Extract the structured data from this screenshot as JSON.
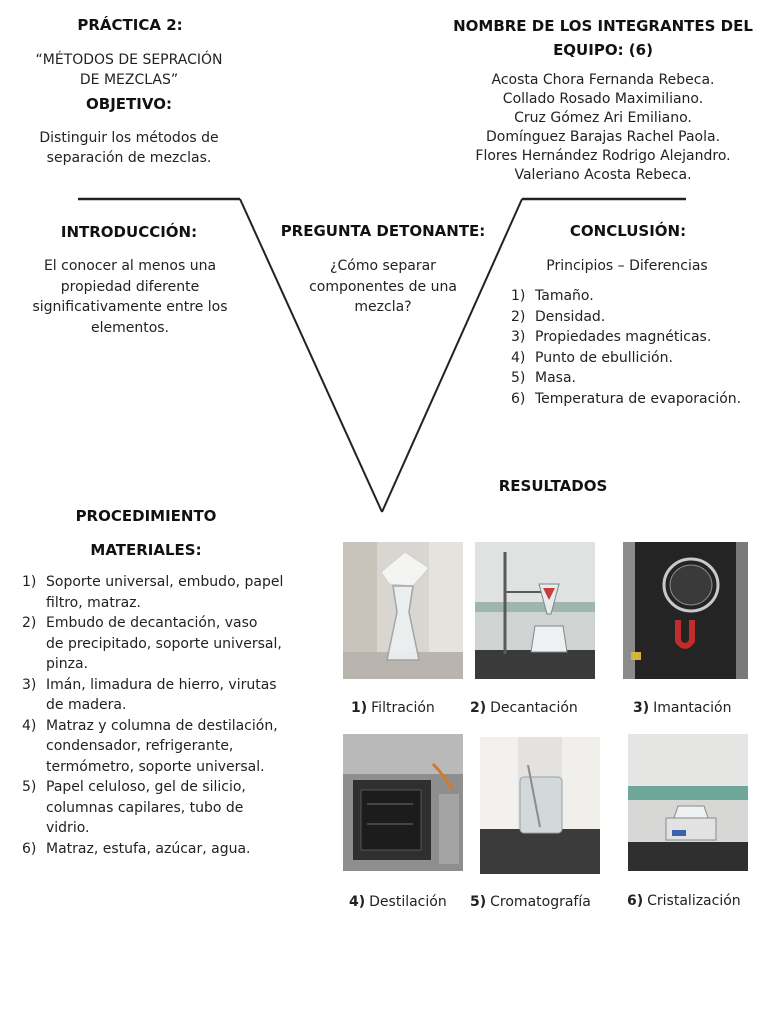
{
  "practica": {
    "title": "PRÁCTICA 2:",
    "subtitle_l1": "“MÉTODOS DE SEPRACIÓN",
    "subtitle_l2": "DE MEZCLAS”",
    "objetivo_title": "OBJETIVO:",
    "objetivo_l1": "Distinguir los métodos de",
    "objetivo_l2": "separación de mezclas."
  },
  "team": {
    "title_l1": "NOMBRE DE LOS INTEGRANTES DEL",
    "title_l2": "EQUIPO: (6)",
    "members": [
      "Acosta Chora Fernanda Rebeca.",
      "Collado Rosado Maximiliano.",
      "Cruz Gómez Ari Emiliano.",
      "Domínguez Barajas Rachel Paola.",
      "Flores Hernández Rodrigo Alejandro.",
      "Valeriano Acosta Rebeca."
    ]
  },
  "intro": {
    "title": "INTRODUCCIÓN:",
    "lines": [
      "El conocer al menos una",
      "propiedad diferente",
      "significativamente entre los",
      "elementos."
    ]
  },
  "question": {
    "title": "PREGUNTA DETONANTE:",
    "lines": [
      "¿Cómo separar",
      "componentes de una",
      "mezcla?"
    ]
  },
  "conclusion": {
    "title": "CONCLUSIÓN:",
    "subtitle": "Principios – Diferencias",
    "items": [
      {
        "n": "1)",
        "text": "Tamaño."
      },
      {
        "n": "2)",
        "text": "Densidad."
      },
      {
        "n": "3)",
        "text": "Propiedades magnéticas."
      },
      {
        "n": "4)",
        "text": "Punto de ebullición."
      },
      {
        "n": "5)",
        "text": "Masa."
      },
      {
        "n": "6)",
        "text": "Temperatura de evaporación."
      }
    ]
  },
  "procedure": {
    "title": "PROCEDIMIENTO",
    "materials_title": "MATERIALES:",
    "items": [
      {
        "n": "1)",
        "lines": [
          "Soporte universal, embudo, papel",
          "filtro, matraz."
        ]
      },
      {
        "n": "2)",
        "lines": [
          "Embudo de decantación, vaso",
          "de precipitado, soporte universal,",
          "pinza."
        ]
      },
      {
        "n": "3)",
        "lines": [
          "Imán, limadura de hierro, virutas",
          "de madera."
        ]
      },
      {
        "n": "4)",
        "lines": [
          "Matraz y columna de destilación,",
          "condensador, refrigerante,",
          "termómetro, soporte universal."
        ]
      },
      {
        "n": "5)",
        "lines": [
          "Papel celuloso, gel de silicio,",
          "columnas capilares, tubo de",
          "vidrio."
        ]
      },
      {
        "n": "6)",
        "lines": [
          "Matraz, estufa, azúcar, agua."
        ]
      }
    ]
  },
  "results": {
    "title": "RESULTADOS",
    "captions": [
      {
        "n": "1)",
        "text": "Filtración"
      },
      {
        "n": "2)",
        "text": "Decantación"
      },
      {
        "n": "3)",
        "text": "Imantación"
      },
      {
        "n": "4)",
        "text": "Destilación"
      },
      {
        "n": "5)",
        "text": "Cromatografía"
      },
      {
        "n": "6)",
        "text": "Cristalización"
      }
    ]
  }
}
